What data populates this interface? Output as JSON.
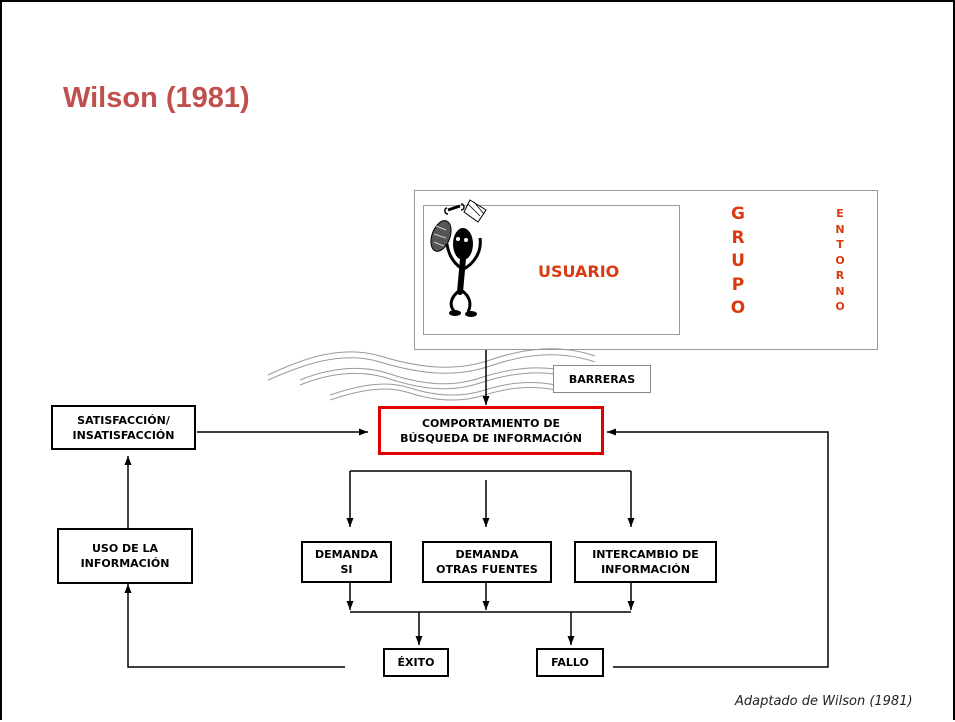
{
  "title": "Wilson (1981)",
  "user_label": "USUARIO",
  "group_label": "GRUPO",
  "environment_label": "ENTORNO",
  "barriers_label": "BARRERAS",
  "search_behavior_label": "COMPORTAMIENTO DE\nBÚSQUEDA DE INFORMACIÓN",
  "satisfaction_label": "SATISFACCIÓN/\nINSATISFACCIÓN",
  "use_label": "USO DE LA\nINFORMACIÓN",
  "demand_systems_label": "DEMANDA\nSI",
  "demand_other_label": "DEMANDA\nOTRAS FUENTES",
  "exchange_label": "INTERCAMBIO DE\nINFORMACIÓN",
  "success_label": "ÉXITO",
  "failure_label": "FALLO",
  "credit": "Adaptado de Wilson (1981)",
  "colors": {
    "title": "#c0504d",
    "highlight": "#d93a0f",
    "search_border": "#e00000"
  },
  "icons": [
    "person-on-phone-icon"
  ]
}
